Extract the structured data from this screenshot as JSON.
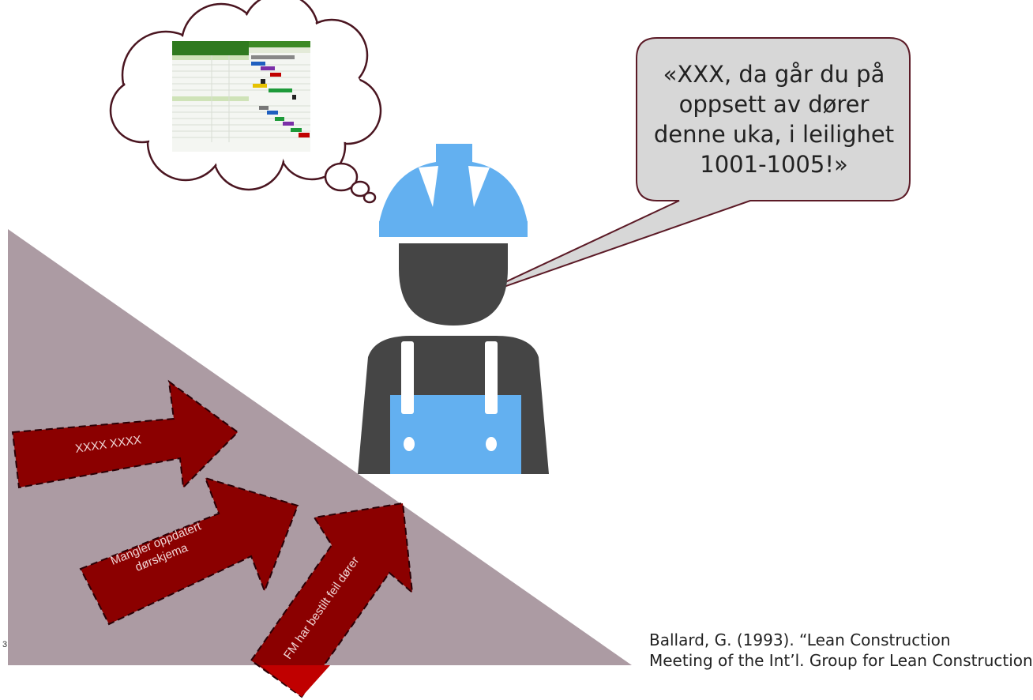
{
  "speech_bubble": {
    "lines": [
      "«XXX, da går du på",
      "oppsett av dører",
      "denne uka, i leilighet",
      "1001-1005!»"
    ]
  },
  "arrows": {
    "first": "XXXX XXXX",
    "second_line1": "Mangler oppdatert",
    "second_line2": "dørskjema",
    "third": "FM har bestilt feil dører"
  },
  "citation": {
    "line1": "Ballard, G. (1993). “Lean Construction",
    "line2": "Meeting of the Int’l. Group for Lean Construction"
  },
  "page_number": "3",
  "colors": {
    "triangle": "#ac9ba3",
    "arrow_fill": "#8b0000",
    "arrow_bottom": "#c00000",
    "helmet": "#63b0f0",
    "worker": "#454545",
    "bubble_fill": "#d7d7d7",
    "bubble_border": "#5b1a26",
    "gantt_header": "#2f7a1f"
  },
  "icons": {
    "worker": "construction-worker-icon",
    "thought_bubble": "thought-cloud-icon",
    "schedule": "gantt-chart-icon"
  }
}
